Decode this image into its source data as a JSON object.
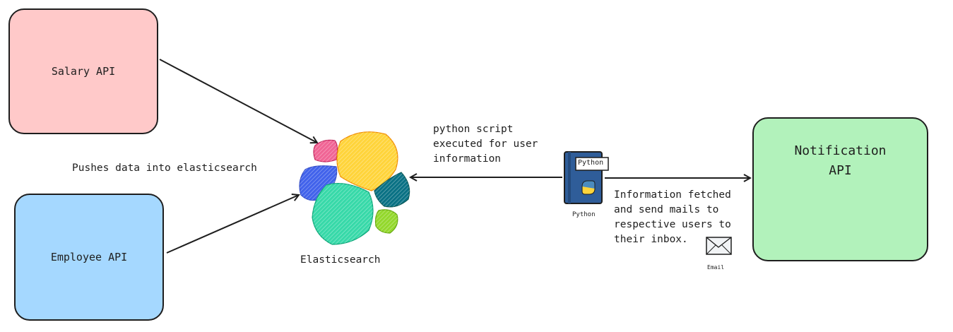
{
  "nodes": {
    "salary_api": "Salary API",
    "employee_api": "Employee API",
    "notification_api": "Notification\nAPI"
  },
  "labels": {
    "push": "Pushes data into elasticsearch",
    "script": "python script\nexecuted for user\ninformation",
    "info": "Information fetched\nand send mails to\nrespective users to\ntheir inbox.",
    "elasticsearch": "Elasticsearch",
    "python_caption": "Python",
    "python_tag": "Python",
    "email_caption": "Email"
  },
  "colors": {
    "salary": "#ffc9c9",
    "employee": "#a5d8ff",
    "notification": "#b2f2bb",
    "stroke": "#1e1e1e"
  },
  "icons": [
    "elasticsearch-logo-icon",
    "python-book-icon",
    "envelope-icon"
  ]
}
